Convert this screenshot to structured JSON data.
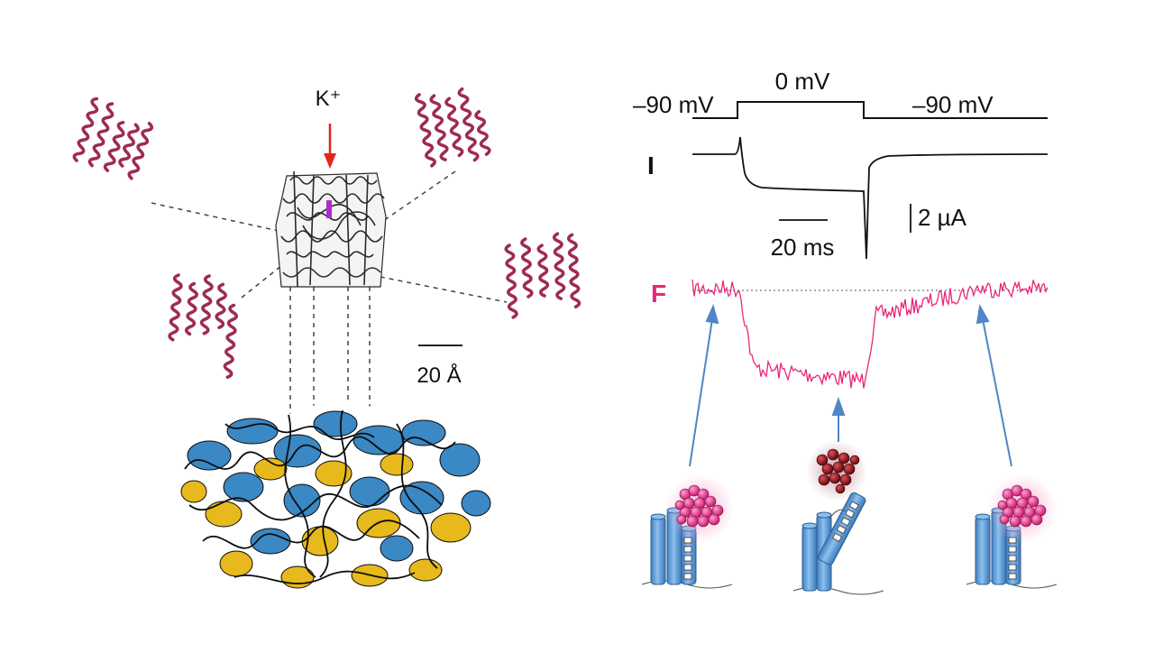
{
  "labels": {
    "ion": "K⁺",
    "scale_structure": "20 Å",
    "voltage_hold_left": "–90 mV",
    "voltage_step": "0 mV",
    "voltage_hold_right": "–90 mV",
    "current": "I",
    "time_scale": "20 ms",
    "current_scale": "2 µA",
    "fluorescence": "F"
  },
  "colors": {
    "helix_pink": "#9e2a55",
    "helix_blue": "#3a88c4",
    "helix_gold": "#e7b91c",
    "fluor_trace": "#e8277a",
    "arrow_red": "#e0261c",
    "arrow_blue": "#4f86c6",
    "channel_blue": "#5a9ad6",
    "dye_bright": "#e8277a",
    "dye_dark": "#8a0d12"
  },
  "icons": [
    "alpha-helix-icon",
    "potassium-channel-icon",
    "voltage-sensor-cylinder-icon",
    "fluorophore-icon"
  ]
}
